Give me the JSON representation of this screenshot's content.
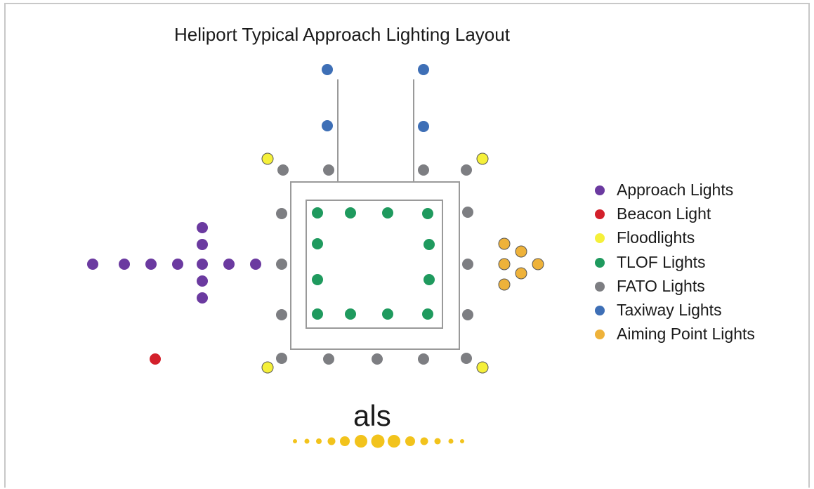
{
  "title": "Heliport Typical Approach Lighting Layout",
  "brand": {
    "text": "als",
    "color": "#f2c31c"
  },
  "colors": {
    "approach": "#6b3aa0",
    "beacon": "#d3202b",
    "flood": "#f5f03a",
    "tlof": "#1f9a5e",
    "fato": "#7d7e82",
    "taxiway": "#3e6fb6",
    "aiming": "#eeb23a",
    "outline": "#9a9a9a"
  },
  "legend": [
    {
      "label": "Approach Lights",
      "color_key": "approach"
    },
    {
      "label": "Beacon Light",
      "color_key": "beacon"
    },
    {
      "label": "Floodlights",
      "color_key": "flood"
    },
    {
      "label": "TLOF Lights",
      "color_key": "tlof"
    },
    {
      "label": "FATO Lights",
      "color_key": "fato"
    },
    {
      "label": "Taxiway Lights",
      "color_key": "taxiway"
    },
    {
      "label": "Aiming Point Lights",
      "color_key": "aiming"
    }
  ]
}
